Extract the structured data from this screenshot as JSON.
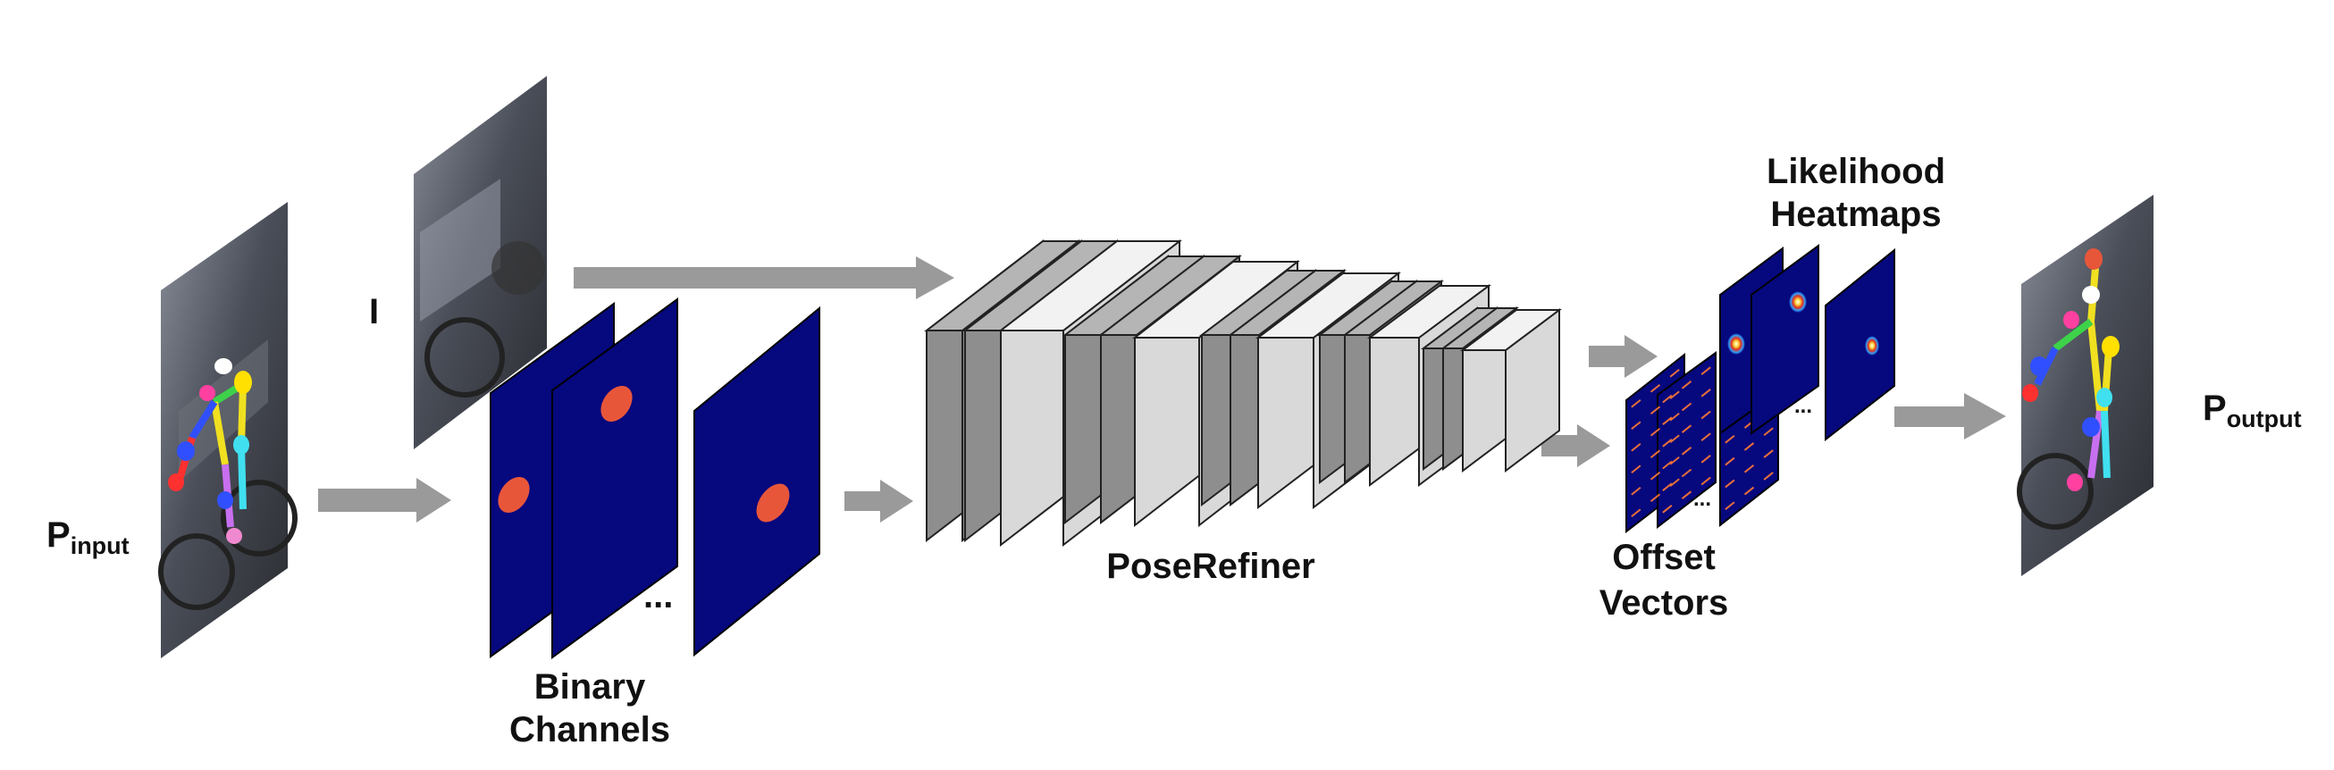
{
  "labels": {
    "p_input_main": "P",
    "p_input_sub": "input",
    "image_i": "I",
    "binary_line1": "Binary",
    "binary_line2": "Channels",
    "ellipsis": "...",
    "network": "PoseRefiner",
    "offset_line1": "Offset",
    "offset_line2": "Vectors",
    "likelihood_line1": "Likelihood",
    "likelihood_line2": "Heatmaps",
    "p_output_main": "P",
    "p_output_sub": "output"
  },
  "colors": {
    "arrow": "#9a9a9a",
    "channel_fill": "#06087e",
    "blob": "#e8563a",
    "layer_dark": "#8e8e8e",
    "layer_light": "#d9d9d9",
    "photo_bg": "#4a4e58"
  }
}
